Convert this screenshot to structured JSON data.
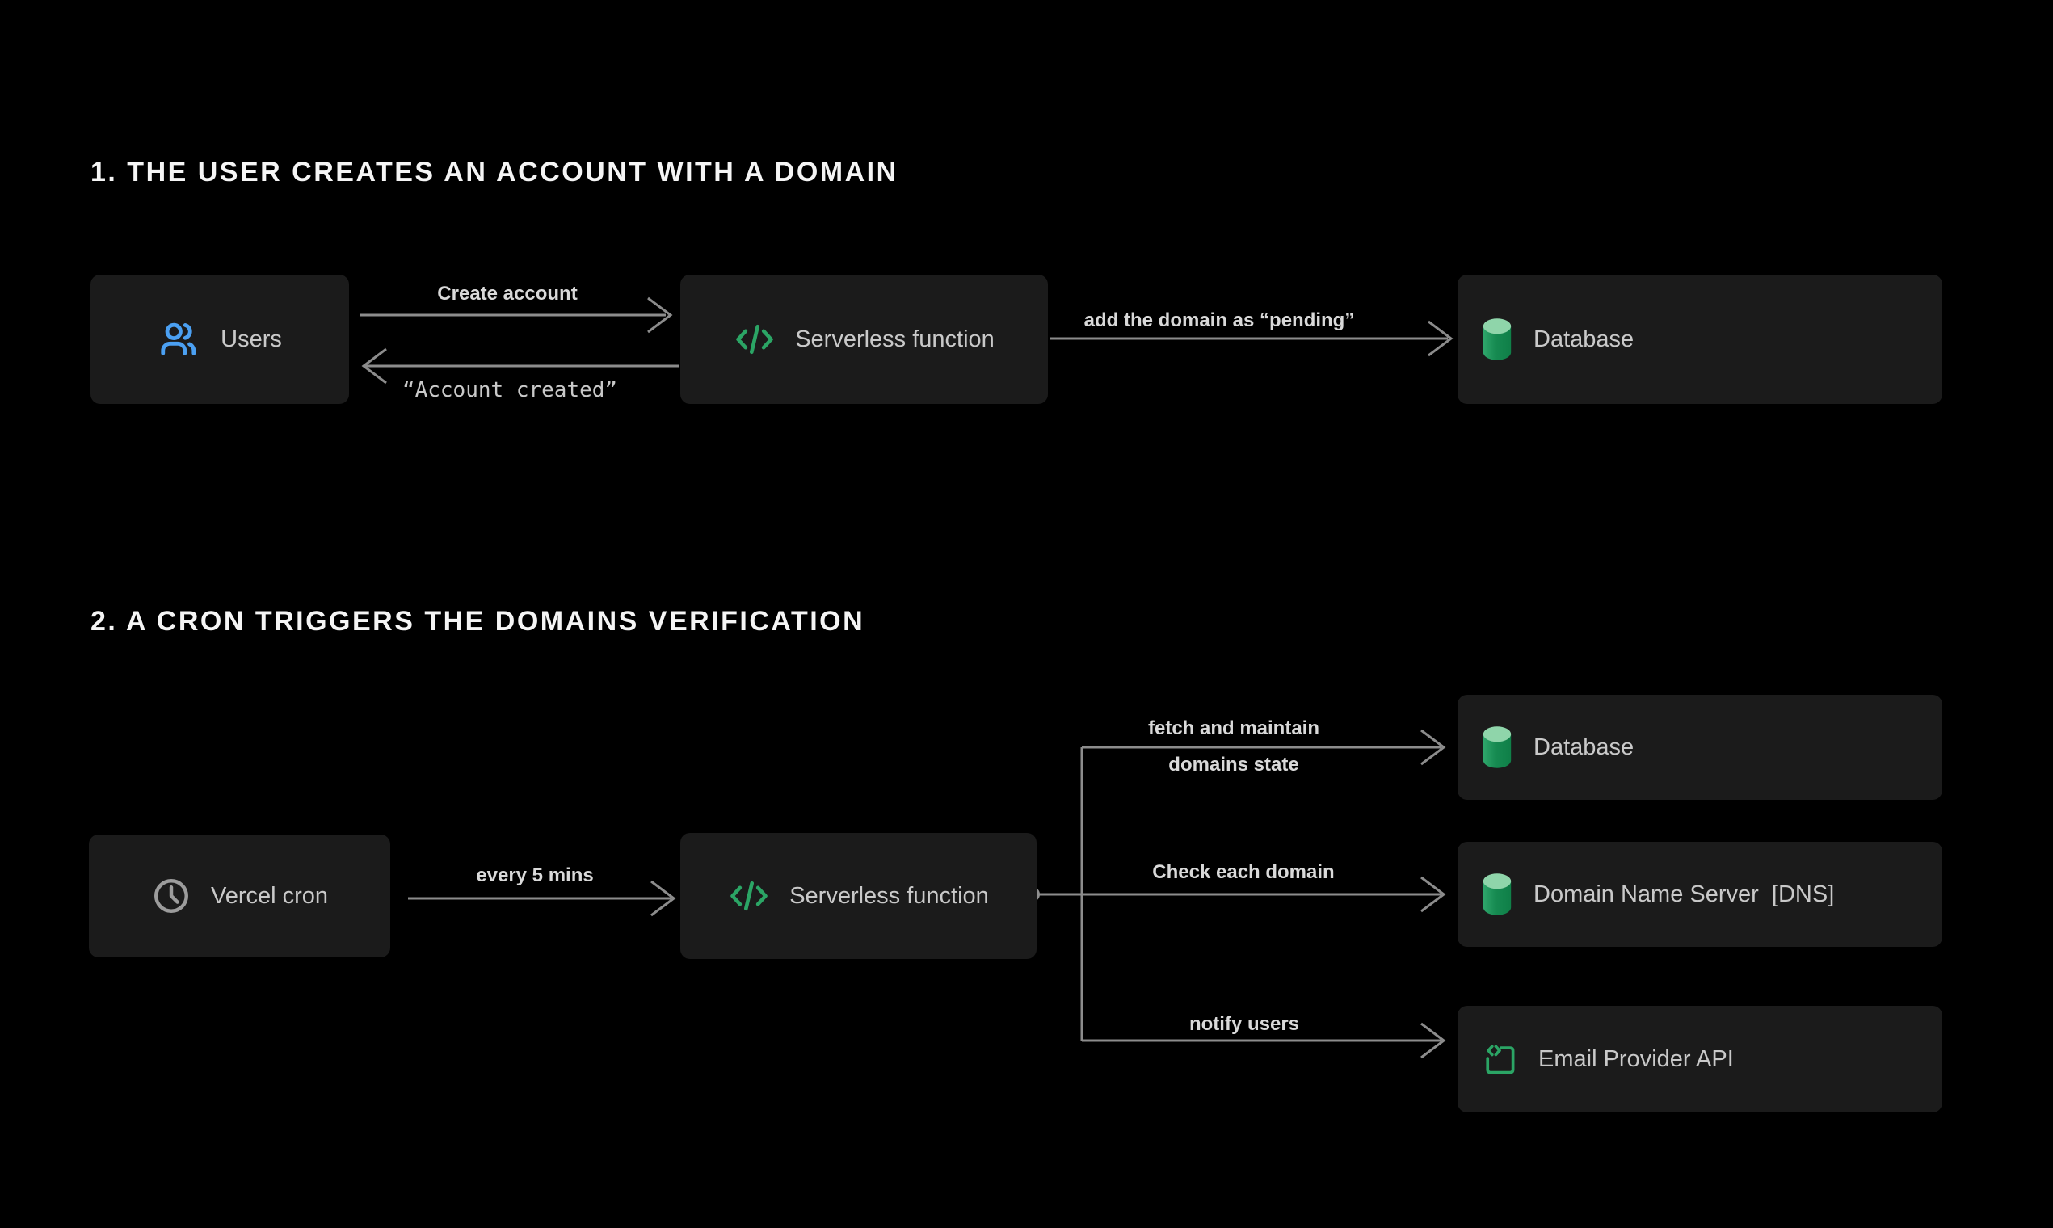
{
  "diagram": {
    "colors": {
      "background": "#000000",
      "node_background": "#1B1B1B",
      "node_text": "#C9C9C9",
      "title_text": "#F5F5F5",
      "edge_line": "#8C8C8C",
      "edge_label_text": "#D9D9D9",
      "users_blue": "#4BA0F2",
      "code_green": "#2BA565",
      "cylinder_top_green": "#8FD5AA",
      "cylinder_body_green": "#168A51",
      "clock_gray": "#9C9C9C"
    },
    "sections": [
      {
        "title": "1. THE USER CREATES AN ACCOUNT WITH A DOMAIN",
        "nodes": {
          "users": {
            "label": "Users",
            "icon": "users-icon"
          },
          "serverless": {
            "label": "Serverless function",
            "icon": "code-icon"
          },
          "database": {
            "label": "Database",
            "icon": "database-icon"
          }
        },
        "edges": {
          "create_account": {
            "label": "Create account",
            "from": "users",
            "to": "serverless",
            "direction": "right"
          },
          "account_created": {
            "label": "“Account created”",
            "from": "serverless",
            "to": "users",
            "direction": "left",
            "style": "mono"
          },
          "add_pending": {
            "label": "add the domain as “pending”",
            "from": "serverless",
            "to": "database",
            "direction": "right"
          }
        }
      },
      {
        "title": "2. A CRON TRIGGERS THE DOMAINS VERIFICATION",
        "nodes": {
          "cron": {
            "label": "Vercel cron",
            "icon": "clock-icon"
          },
          "serverless": {
            "label": "Serverless function",
            "icon": "code-icon"
          },
          "database": {
            "label": "Database",
            "icon": "database-icon"
          },
          "dns": {
            "label": "Domain Name Server  [DNS]",
            "icon": "database-icon"
          },
          "email": {
            "label": "Email Provider API",
            "icon": "api-bracket-icon"
          }
        },
        "edges": {
          "every_5_mins": {
            "label": "every 5 mins",
            "from": "cron",
            "to": "serverless",
            "direction": "right"
          },
          "fetch_maintain": {
            "label_line1": "fetch and maintain",
            "label_line2": "domains state",
            "from": "serverless",
            "to": "database",
            "direction": "right"
          },
          "check_domain": {
            "label": "Check each domain",
            "from": "serverless",
            "to": "dns",
            "direction": "right"
          },
          "notify_users": {
            "label": "notify users",
            "from": "serverless",
            "to": "email",
            "direction": "right"
          }
        }
      }
    ]
  }
}
